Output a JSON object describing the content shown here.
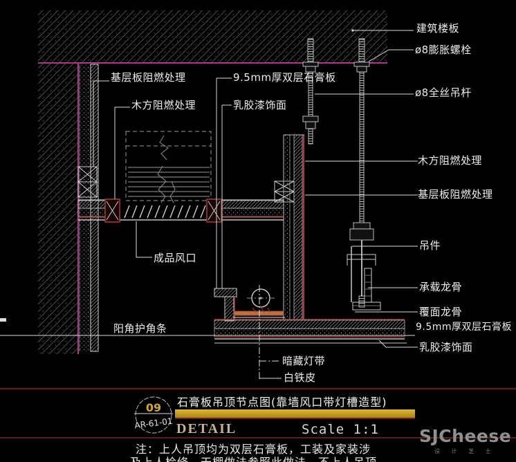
{
  "drawing": {
    "labels": {
      "building_slab": "建筑楼板",
      "expansion_bolt": "ø8膨胀螺栓",
      "hanger_rod": "ø8全丝吊杆",
      "wood_fireproof_right": "木方阻燃处理",
      "baseboard_fireproof_right": "基层板阻燃处理",
      "hanger": "吊件",
      "load_keel": "承载龙骨",
      "cover_keel": "覆面龙骨",
      "gypsum_right": "9.5mm厚双层石膏板",
      "latex_right": "乳胶漆饰面",
      "baseboard_fireproof_left": "基层板阻燃处理",
      "wood_fireproof_left": "木方阻燃处理",
      "gypsum_top": "9.5mm厚双层石膏板",
      "latex_top": "乳胶漆饰面",
      "air_outlet": "成品风口",
      "corner_bead": "阳角护角条",
      "hidden_light": "暗藏灯带",
      "iron_sheet": "白铁皮"
    },
    "colors": {
      "magenta": "#b13a8e",
      "red": "#ab3a3a",
      "orange_base": "#b5713e",
      "gold": "#c9a227",
      "hatch": "#525252"
    }
  },
  "title_block": {
    "number": "09",
    "code": "AR-61-01",
    "title": "石膏板吊顶节点图(靠墙风口带灯槽造型)",
    "detail_label": "DETAIL",
    "scale_label": "Scale 1:1"
  },
  "notes": {
    "line1": "注：上人吊顶均为双层石膏板，工装及家装涉",
    "line2": "及上人检修，天棚做法参照此做法，不上人吊顶"
  },
  "watermark": {
    "brand": "SJCheese",
    "sub": "设 计 芝 士"
  }
}
